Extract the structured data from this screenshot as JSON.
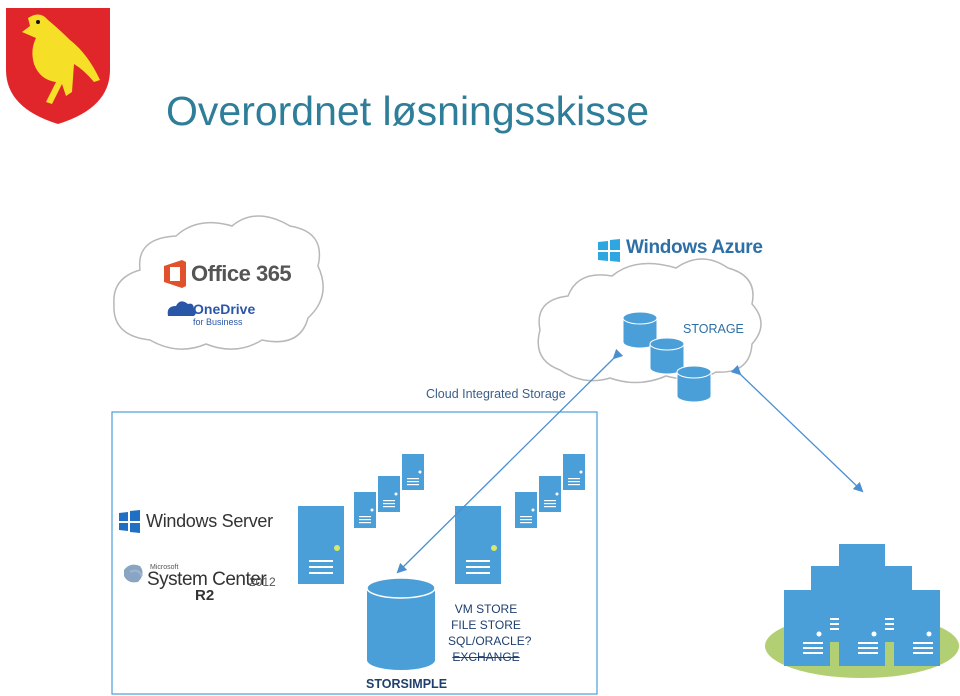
{
  "slide": {
    "title": "Overordnet løsningsskisse"
  },
  "logos": {
    "office": "Office 365",
    "onedrive": "OneDrive",
    "onedrive_sub": "for Business",
    "azure": "Windows Azure",
    "windows_server": "Windows Server",
    "system_center_ms": "Microsoft",
    "system_center": "System Center",
    "system_center_year": "2012",
    "system_center_r2": "R2"
  },
  "labels": {
    "cloud_integrated_storage": "Cloud Integrated Storage",
    "storage": "STORAGE",
    "storsimple": "STORSIMPLE"
  },
  "store_lines": {
    "vm": "VM STORE",
    "file": "FILE STORE",
    "sql": "SQL/ORACLE?",
    "exchange": "EXCHANGE"
  },
  "colors": {
    "title": "#2e7d99",
    "server_blue": "#4a9fd8",
    "cloud_stroke": "#b8b8b8",
    "arrow": "#4a8fd0",
    "crest_red": "#e0262a",
    "crest_yellow": "#f5e027"
  }
}
